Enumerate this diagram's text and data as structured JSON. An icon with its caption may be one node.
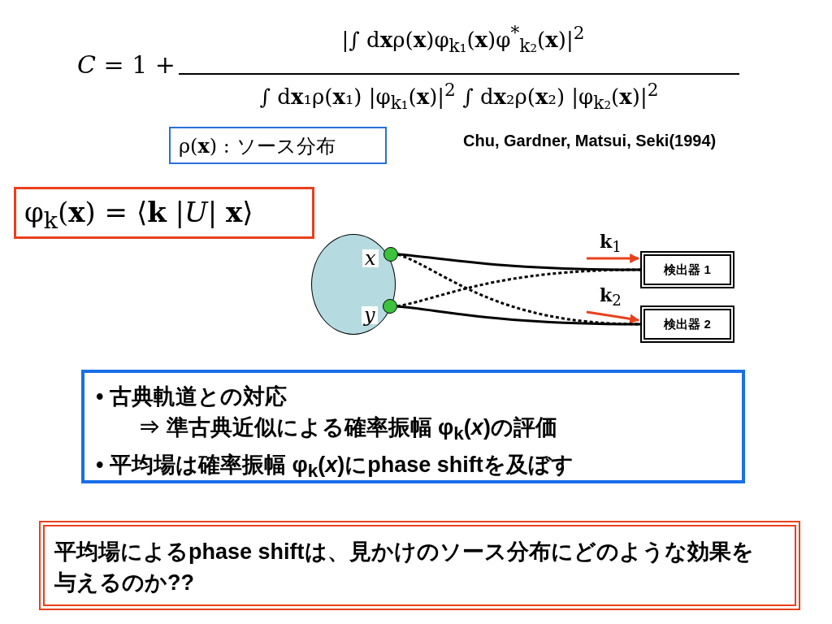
{
  "diagram": {
    "nodes": [
      {
        "text": [
          "ρ(**x**) : ソース分布"
        ]
      },
      {
        "text": [
          "φ$_{k}$(**x**) = ⟨**k** |*U*| **x**⟩"
        ]
      },
      {
        "text": [],
        "shape": "circle"
      },
      {
        "text": [],
        "shape": "circle",
        "in": 2,
        "beside": [
          "x"
        ]
      },
      {
        "text": [],
        "shape": "circle",
        "in": 2,
        "beside": [
          "y"
        ]
      },
      {
        "text": [
          "検出器 1"
        ]
      },
      {
        "text": [
          "検出器 2"
        ]
      },
      {
        "text": [
          "• 古典軌道との対応",
          "⇒ 準古典近似による確率振幅 φ$_{k}$(*x*)の評価",
          "• 平均場は確率振幅 φ$_{k}$(*x*)にphase shiftを及ぼす"
        ]
      },
      {
        "text": [
          "平均場によるphase shiftは、見かけのソース分布にどのような効果を与えるのか??"
        ]
      }
    ],
    "edges": [
      {
        "from": 3,
        "to": 5,
        "arrow": "none"
      },
      {
        "from": 3,
        "to": 6,
        "arrow": "none",
        "style": "dashed"
      },
      {
        "from": 4,
        "to": 5,
        "arrow": "none",
        "style": "dashed"
      },
      {
        "from": 4,
        "to": 6,
        "arrow": "none"
      }
    ],
    "labels": [
      "*C* = 1 +",
      "|∫ d**x**ρ(**x**)φ$_{k₁}$(**x**)φ$^{*}$$_{k₂}$(**x**)|$^{2}$",
      "∫ d**x**₁ρ(**x**₁) |φ$_{k₁}$(**x**)|$^{2}$ ∫ d**x**₂ρ(**x**₂) |φ$_{k₂}$(**x**)|$^{2}$",
      "Chu, Gardner, Matsui, Seki(1994)",
      "**k**$_{1}$",
      "**k**$_{2}$"
    ]
  }
}
